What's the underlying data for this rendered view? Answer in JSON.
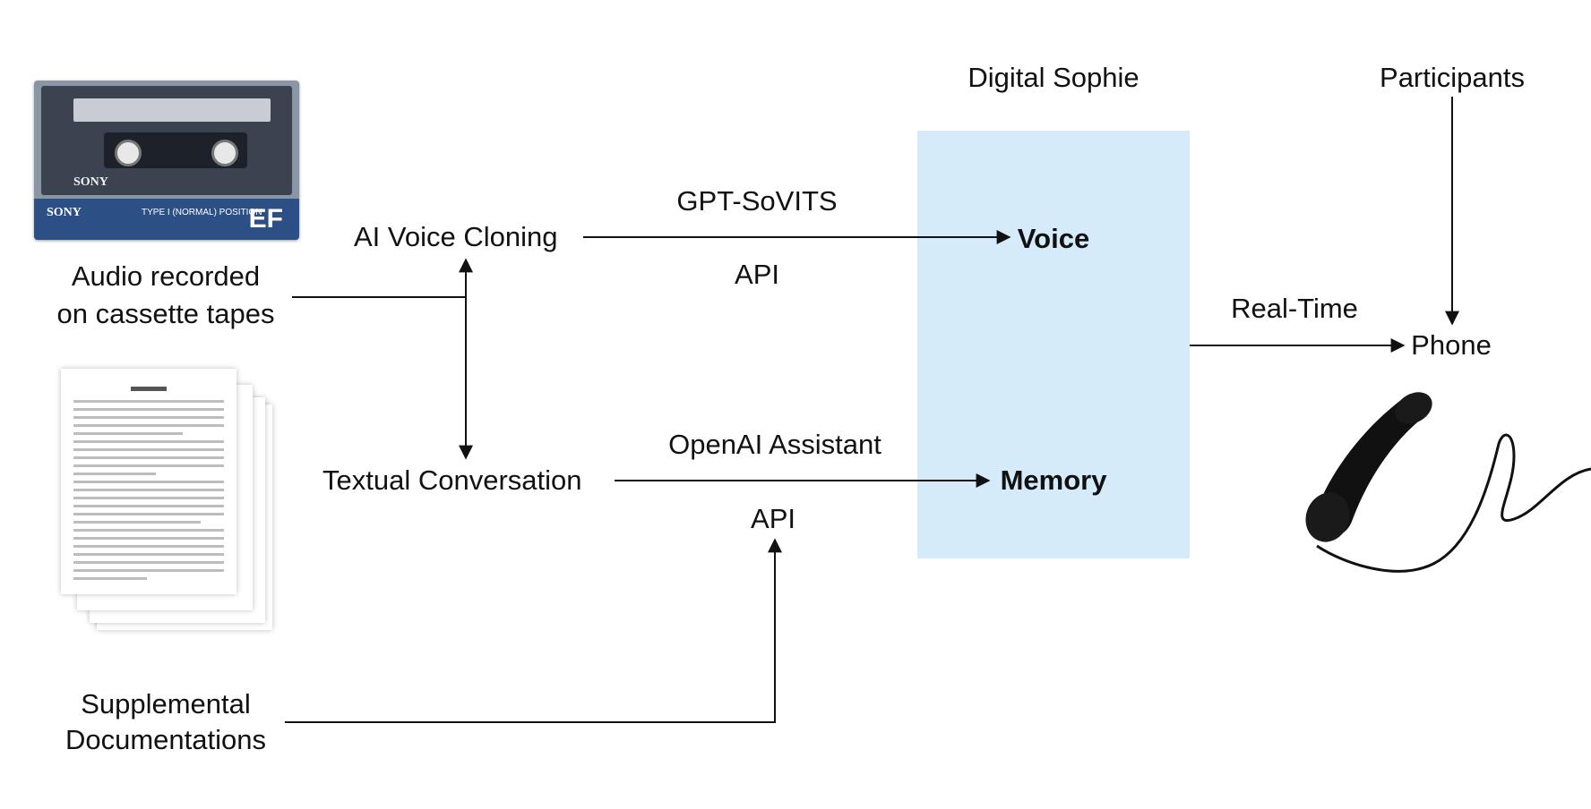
{
  "diagram": {
    "panel_color": "#d6ebfa",
    "sources": {
      "audio_line1": "Audio recorded",
      "audio_line2": "on cassette tapes",
      "supplemental_line1": "Supplemental",
      "supplemental_line2": "Documentations"
    },
    "processes": {
      "voice_cloning": "AI Voice Cloning",
      "textual_conversation": "Textual Conversation"
    },
    "edges": {
      "gpt_sovits": "GPT-SoVITS",
      "api_top": "API",
      "openai_assistant": "OpenAI Assistant",
      "api_bottom": "API",
      "real_time": "Real-Time"
    },
    "digital_sophie": {
      "title": "Digital Sophie",
      "voice": "Voice",
      "memory": "Memory"
    },
    "output": {
      "participants": "Participants",
      "phone": "Phone"
    },
    "icons": [
      "cassette-tape-icon",
      "document-stack-icon",
      "telephone-handset-icon"
    ]
  }
}
